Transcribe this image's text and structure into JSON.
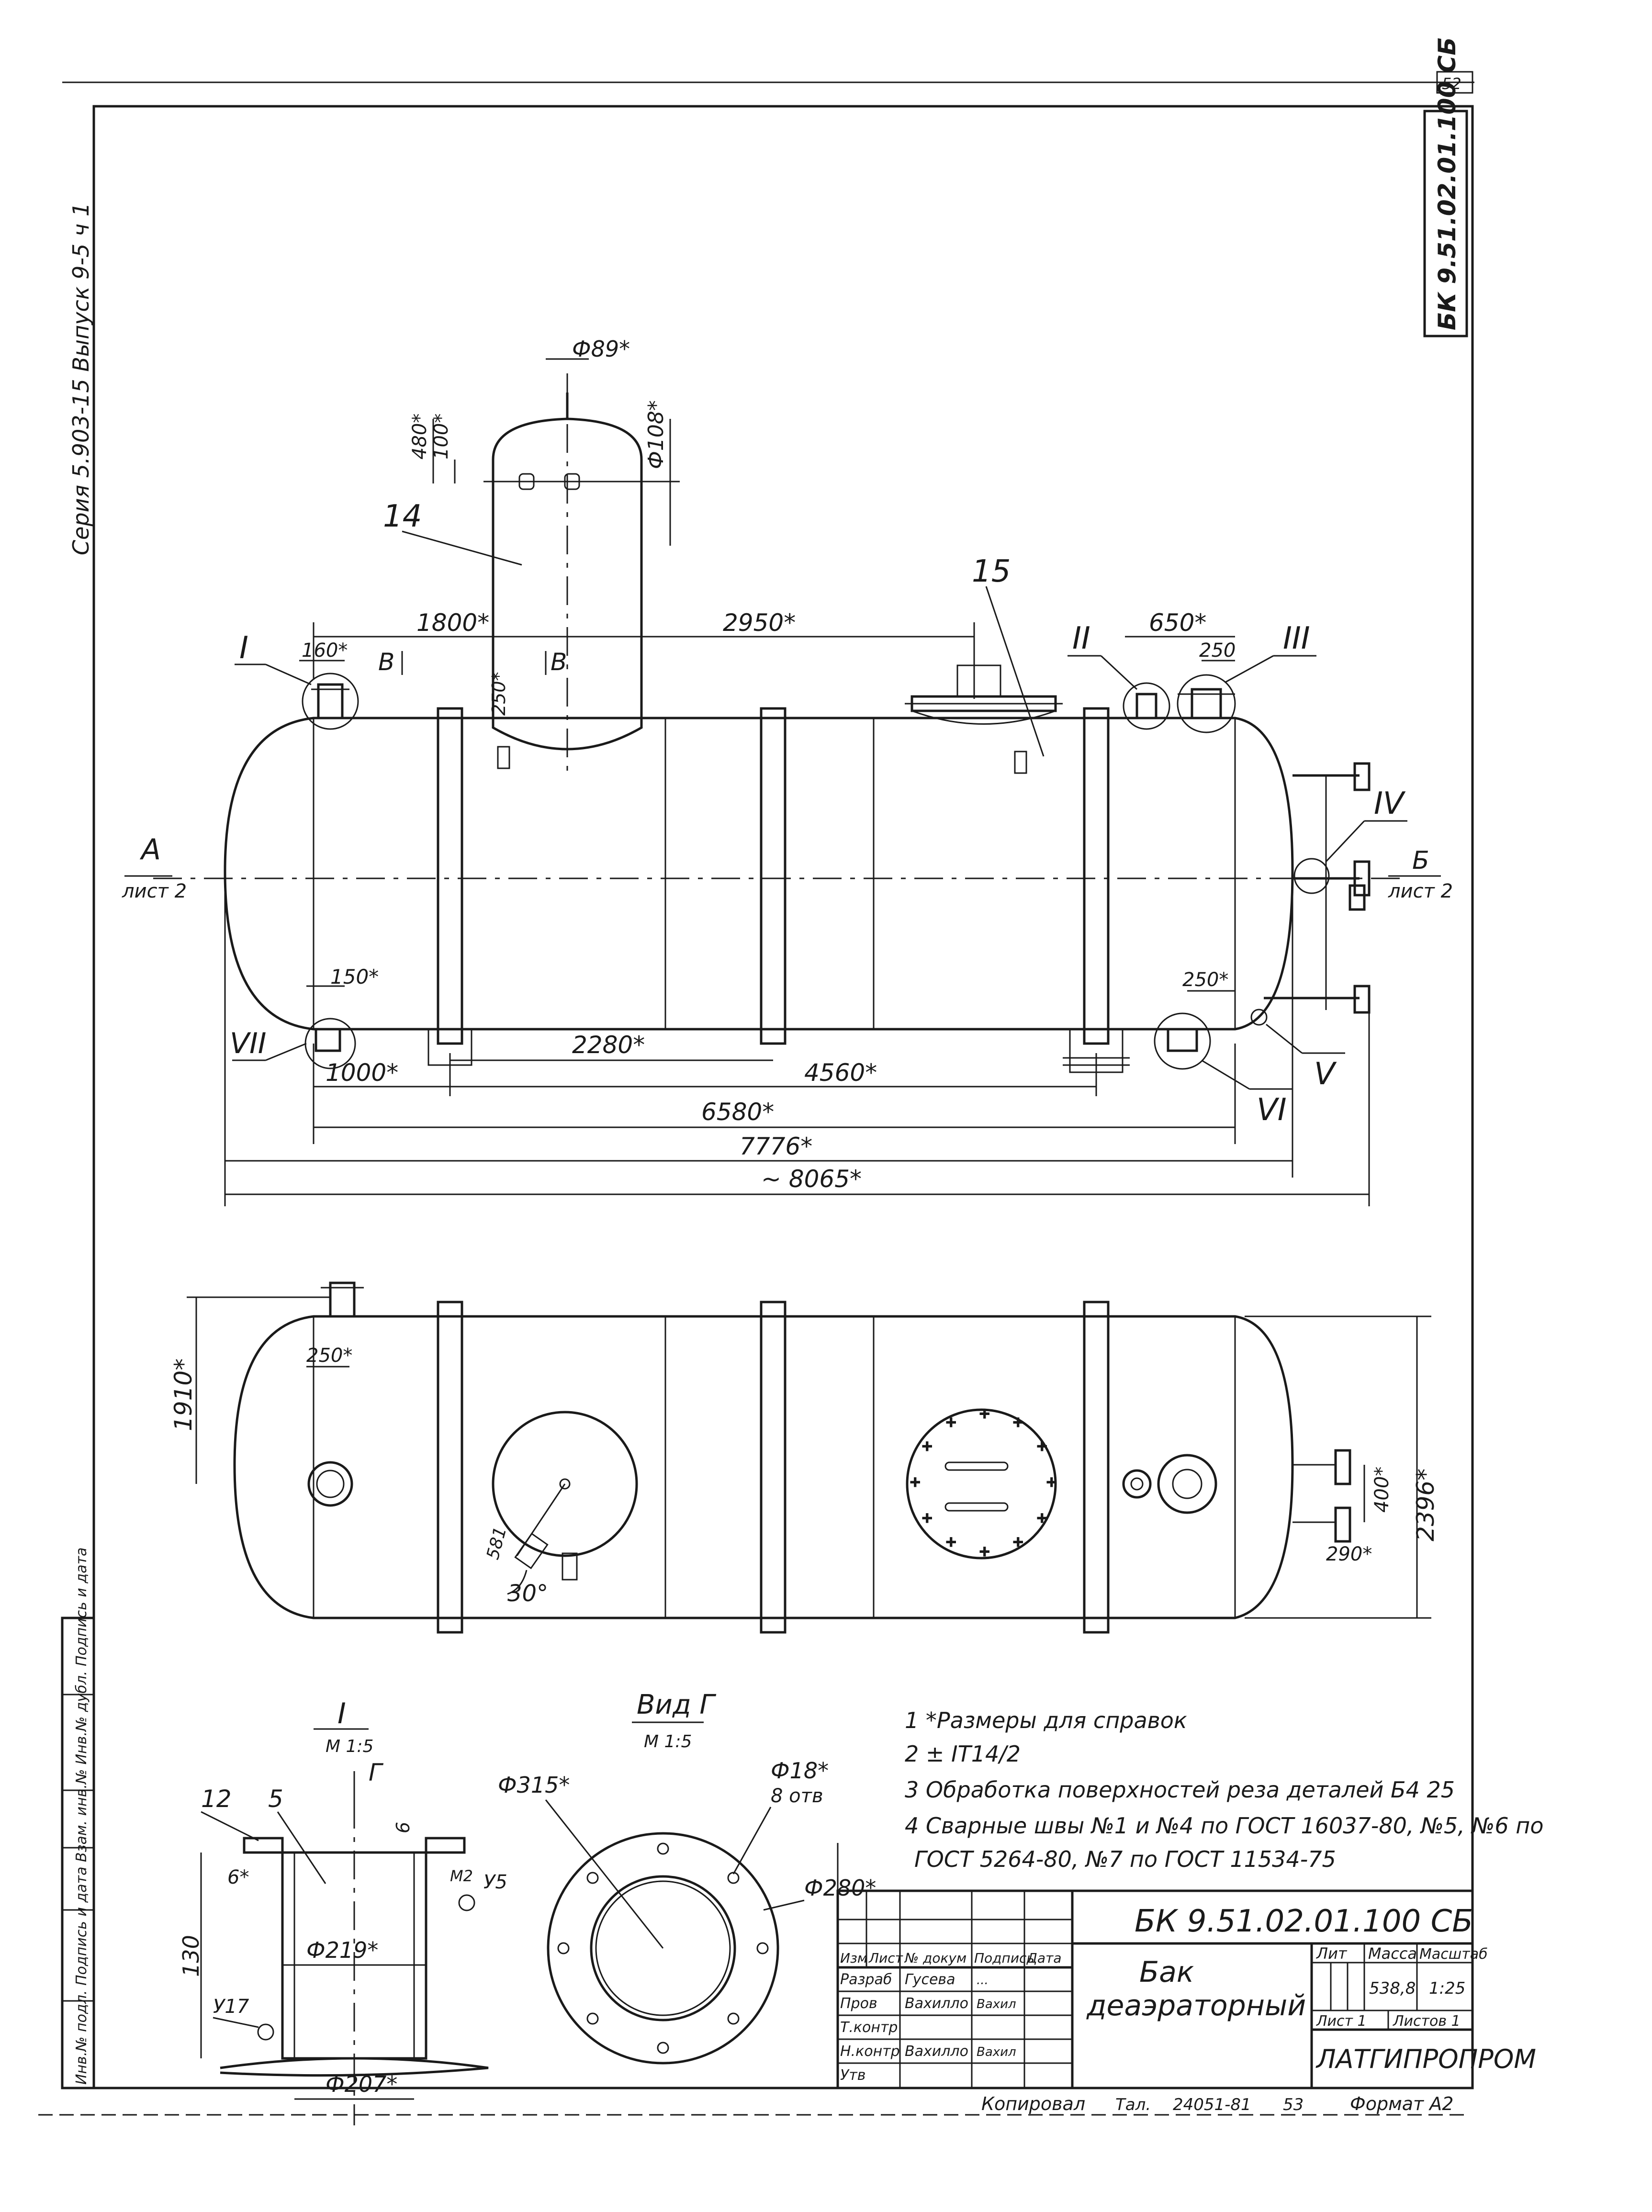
{
  "series_text": "Серия 5.903-15 Выпуск 9-5 ч 1",
  "sheet_corner_number": "52",
  "doc_code_vertical": "БК 9.51.02.01.100 СБ",
  "top_view": {
    "dims": {
      "d89": "Ф89*",
      "d108": "Ф108*",
      "h480": "480*",
      "h100": "100*",
      "d1800": "1800*",
      "d2950": "2950*",
      "d160": "160*",
      "d250_left": "250*",
      "d650": "650*",
      "d250_right": "250",
      "d150": "150*",
      "d250_lower": "250*",
      "d2280": "2280*",
      "d1000": "1000*",
      "d4560": "4560*",
      "d6580": "6580*",
      "d7776": "7776*",
      "d8065": "~ 8065*"
    },
    "positions": {
      "p14": "14",
      "p15": "15"
    },
    "section_marks": {
      "b_left": "В",
      "b_right": "В",
      "a": "А",
      "a_sheet": "лист 2",
      "b_view": "Б",
      "b_sheet": "лист 2"
    },
    "callouts": {
      "c1": "I",
      "c2": "II",
      "c3": "III",
      "c4": "IV",
      "c5": "V",
      "c6": "VI",
      "c7": "VII"
    }
  },
  "plan_view": {
    "dims": {
      "d1910": "1910*",
      "d250": "250*",
      "d2396": "2396*",
      "d400": "400*",
      "d290": "290*",
      "ang30": "30°",
      "d581": "581"
    }
  },
  "detail_I": {
    "title": "I",
    "scale": "М 1:5",
    "labels": {
      "p12": "12",
      "p5": "5",
      "g_arrow": "Г",
      "h130": "130",
      "d6a": "6*",
      "d6b": "6",
      "d219": "Ф219*",
      "d207": "Ф207*",
      "u17": "У17",
      "u5": "У5",
      "m2": "М2"
    }
  },
  "view_G": {
    "title": "Вид Г",
    "scale": "М 1:5",
    "labels": {
      "d315": "Ф315*",
      "d18": "Ф18*",
      "holes": "8 отв",
      "d280": "Ф280*"
    }
  },
  "notes": [
    "1 *Размеры для справок",
    "2 ± IT14/2",
    "3 Обработка поверхностей реза деталей Б4 25",
    "4 Сварные швы №1 и №4 по ГОСТ 16037-80, №5, №6 по",
    "ГОСТ 5264-80, №7 по ГОСТ 11534-75"
  ],
  "title_block": {
    "designation": "БК 9.51.02.01.100 СБ",
    "name_line1": "Бак",
    "name_line2": "деаэраторный",
    "col_lit": "Лит",
    "col_mass": "Масса",
    "col_scale": "Масштаб",
    "mass": "538,8",
    "scale": "1:25",
    "sheet": "Лист 1",
    "sheets": "Листов 1",
    "org": "ЛАТГИПРОПРОМ",
    "sign_headers": [
      "Изм",
      "Лист",
      "№ докум",
      "Подпись",
      "Дата"
    ],
    "rows": [
      {
        "role": "Разраб",
        "name": "Гусева",
        "sign": "..."
      },
      {
        "role": "Пров",
        "name": "Вахилло",
        "sign": "Вахил"
      },
      {
        "role": "Т.контр",
        "name": "",
        "sign": ""
      },
      {
        "role": "Н.контр",
        "name": "Вахилло",
        "sign": "Вахил"
      },
      {
        "role": "Утв",
        "name": "",
        "sign": ""
      }
    ]
  },
  "left_stamp": "Инв.№ подл.  Подпись и дата  Взам. инв.№  Инв.№ дубл.  Подпись и дата",
  "bottom_line": {
    "kop": "Копировал",
    "tal": "Тал.",
    "num": "24051-81",
    "n53": "53",
    "fmt": "Формат А2"
  }
}
